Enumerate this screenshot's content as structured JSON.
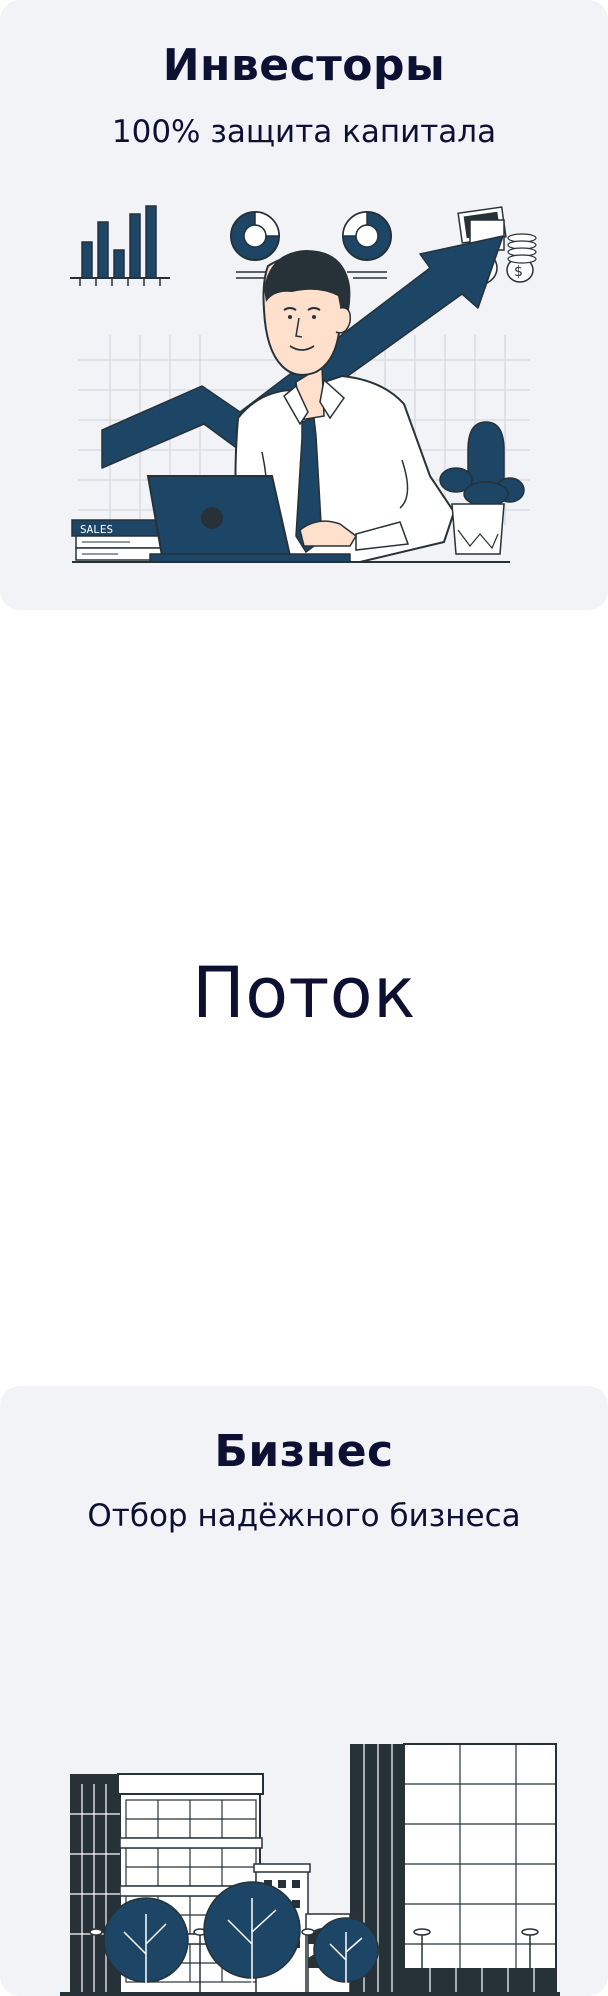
{
  "investors": {
    "title": "Инвесторы",
    "subtitle": "100% защита капитала",
    "illustration": {
      "icon": "investor-at-laptop-illustration",
      "books_label": "SALES"
    }
  },
  "flow": {
    "title": "Поток"
  },
  "business": {
    "title": "Бизнес",
    "subtitle": "Отбор надёжного бизнеса",
    "illustration": {
      "icon": "city-buildings-illustration"
    }
  },
  "colors": {
    "card_background": "#f2f3f7",
    "text_primary": "#0d1033",
    "accent_navy": "#1c4566",
    "dark_gray": "#263238"
  }
}
